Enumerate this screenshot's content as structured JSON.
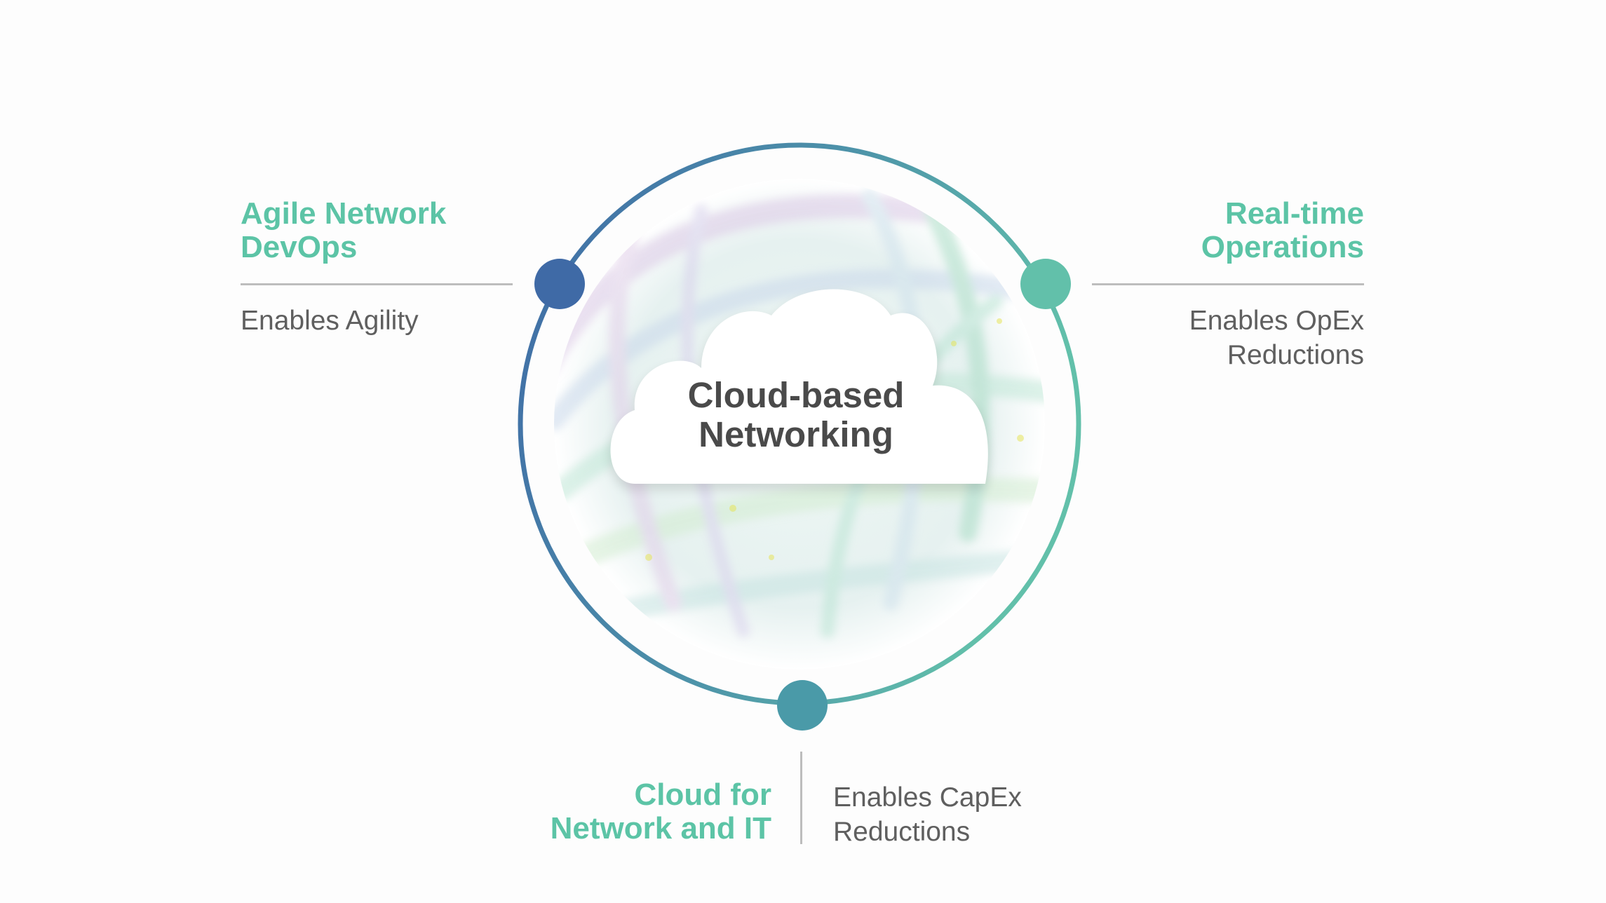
{
  "center": {
    "title_line1": "Cloud-based",
    "title_line2": "Networking"
  },
  "nodes": {
    "left": {
      "heading_line1": "Agile Network",
      "heading_line2": "DevOps",
      "sub_line1": "Enables Agility",
      "dot_color": "#3f6aa6"
    },
    "right": {
      "heading_line1": "Real-time",
      "heading_line2": "Operations",
      "sub_line1": "Enables OpEx",
      "sub_line2": "Reductions",
      "dot_color": "#62c0aa"
    },
    "bottom": {
      "heading_line1": "Cloud for",
      "heading_line2": "Network and IT",
      "sub_line1": "Enables CapEx",
      "sub_line2": "Reductions",
      "dot_color": "#4a9aa8"
    }
  },
  "colors": {
    "accent_green": "#5cc4a6",
    "ring_blue": "#3f6aa6",
    "ring_green": "#62c0aa",
    "text_gray": "#5f5f5f",
    "title_gray": "#4a4a4a"
  }
}
